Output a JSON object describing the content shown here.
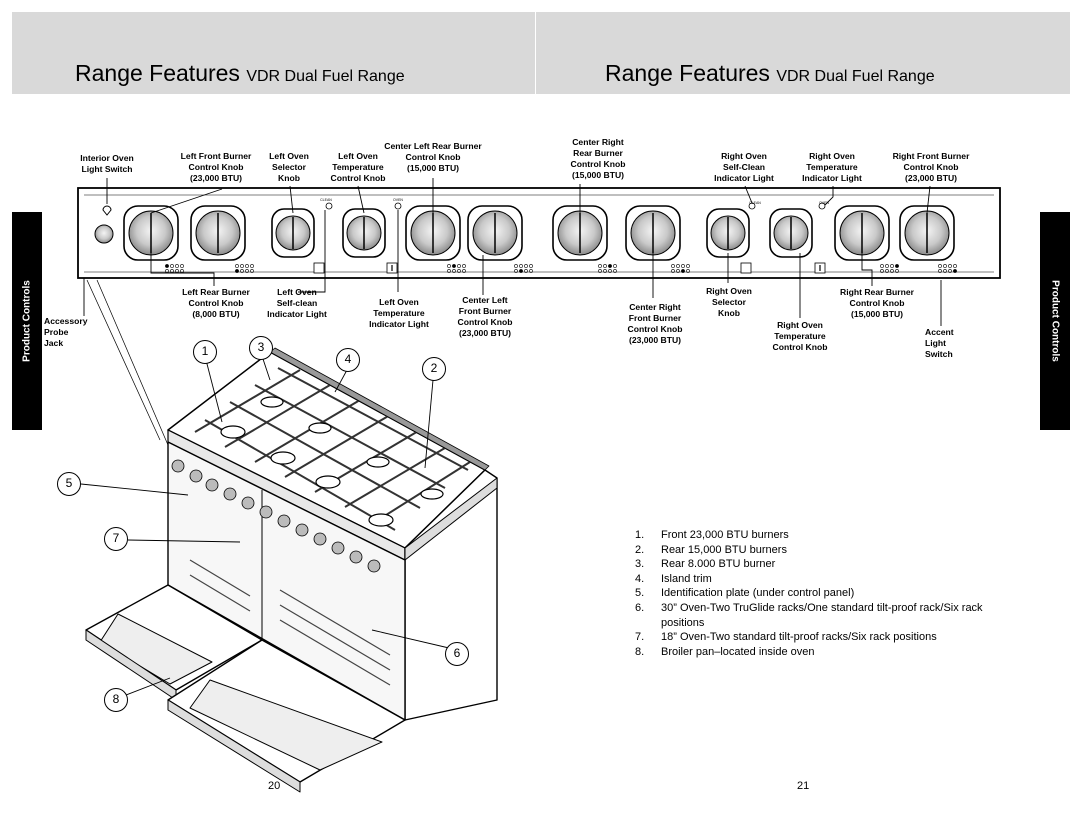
{
  "pages": [
    {
      "title": "Range Features",
      "subtitle": "VDR Dual Fuel Range",
      "page_number": "20"
    },
    {
      "title": "Range Features",
      "subtitle": "VDR Dual Fuel Range",
      "page_number": "21"
    }
  ],
  "side_tabs": {
    "left": "Product Controls",
    "right": "Product Controls"
  },
  "control_labels": {
    "interior_light": [
      "Interior Oven",
      "Light Switch"
    ],
    "left_front": [
      "Left Front Burner",
      "Control Knob",
      "(23,000 BTU)"
    ],
    "left_selector": [
      "Left Oven",
      "Selector",
      "Knob"
    ],
    "left_temp": [
      "Left Oven",
      "Temperature",
      "Control Knob"
    ],
    "center_left_rear": [
      "Center Left Rear Burner",
      "Control Knob",
      "(15,000 BTU)"
    ],
    "center_right_rear": [
      "Center Right",
      "Rear Burner",
      "Control Knob",
      "(15,000 BTU)"
    ],
    "right_clean": [
      "Right Oven",
      "Self-Clean",
      "Indicator Light"
    ],
    "right_temp_light": [
      "Right Oven",
      "Temperature",
      "Indicator Light"
    ],
    "right_front": [
      "Right Front Burner",
      "Control Knob",
      "(23,000 BTU)"
    ],
    "left_rear": [
      "Left Rear Burner",
      "Control Knob",
      "(8,000 BTU)"
    ],
    "left_clean": [
      "Left Oven",
      "Self-clean",
      "Indicator Light"
    ],
    "left_temp_light": [
      "Left Oven",
      "Temperature",
      "Indicator Light"
    ],
    "center_left_front": [
      "Center Left",
      "Front Burner",
      "Control Knob",
      "(23,000 BTU)"
    ],
    "center_right_front": [
      "Center Right",
      "Front Burner",
      "Control Knob",
      "(23,000 BTU)"
    ],
    "right_selector": [
      "Right Oven",
      "Selector",
      "Knob"
    ],
    "right_temp": [
      "Right Oven",
      "Temperature",
      "Control Knob"
    ],
    "right_rear": [
      "Right Rear Burner",
      "Control Knob",
      "(15,000 BTU)"
    ],
    "accessory": [
      "Accessory",
      "Probe",
      "Jack"
    ],
    "accent": [
      "Accent",
      "Light",
      "Switch"
    ]
  },
  "panel_marks": {
    "clean": "CLEAN",
    "oven": "OVEN"
  },
  "callouts": [
    "1",
    "2",
    "3",
    "4",
    "5",
    "6",
    "7",
    "8"
  ],
  "features": [
    {
      "num": "1.",
      "text": "Front 23,000 BTU burners"
    },
    {
      "num": "2.",
      "text": "Rear 15,000 BTU burners"
    },
    {
      "num": "3.",
      "text": "Rear 8.000 BTU burner"
    },
    {
      "num": "4.",
      "text": "Island trim"
    },
    {
      "num": "5.",
      "text": "Identification plate (under control panel)"
    },
    {
      "num": "6.",
      "text": "30” Oven-Two TruGlide racks/One standard tilt-proof rack/Six rack positions"
    },
    {
      "num": "7.",
      "text": "18” Oven-Two standard tilt-proof racks/Six rack positions"
    },
    {
      "num": "8.",
      "text": "Broiler pan–located inside oven"
    }
  ]
}
